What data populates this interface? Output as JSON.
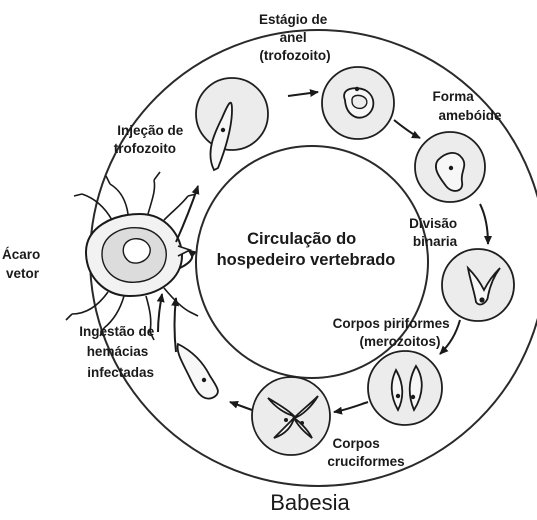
{
  "title": "Babesia",
  "center_label": [
    "Circulação do",
    "hospedeiro vertebrado"
  ],
  "labels": {
    "ring_stage": [
      "Estágio de",
      "anel",
      "(trofozoito)"
    ],
    "amoeboid": [
      "Forma",
      "amebóide"
    ],
    "binary_division": [
      "Divisão",
      "binaria"
    ],
    "piriform": [
      "Corpos piriformes",
      "(merozoitos)"
    ],
    "cruciform": [
      "Corpos",
      "cruciformes"
    ],
    "ingestion": [
      "Ingestão de",
      "hemácias",
      "infectadas"
    ],
    "tick": [
      "Ácaro",
      "vetor"
    ],
    "injection": [
      "Injeção de",
      "trofozoito"
    ]
  }
}
